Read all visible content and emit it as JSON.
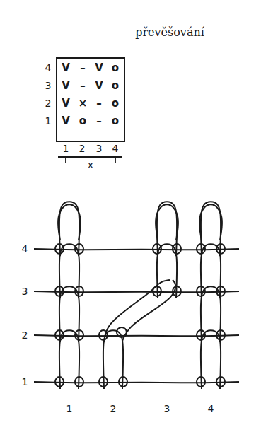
{
  "diagram": {
    "title": "převěšování",
    "labels": [
      "4",
      "3",
      "2",
      "1",
      "V",
      "–",
      "V",
      "o",
      "V",
      "–",
      "V",
      "o",
      "V",
      "×",
      "–",
      "o",
      "V",
      "o",
      "–",
      "o",
      "1",
      "2",
      "3",
      "4",
      "x",
      "4",
      "3",
      "2",
      "1",
      "1",
      "2",
      "3",
      "4"
    ]
  }
}
